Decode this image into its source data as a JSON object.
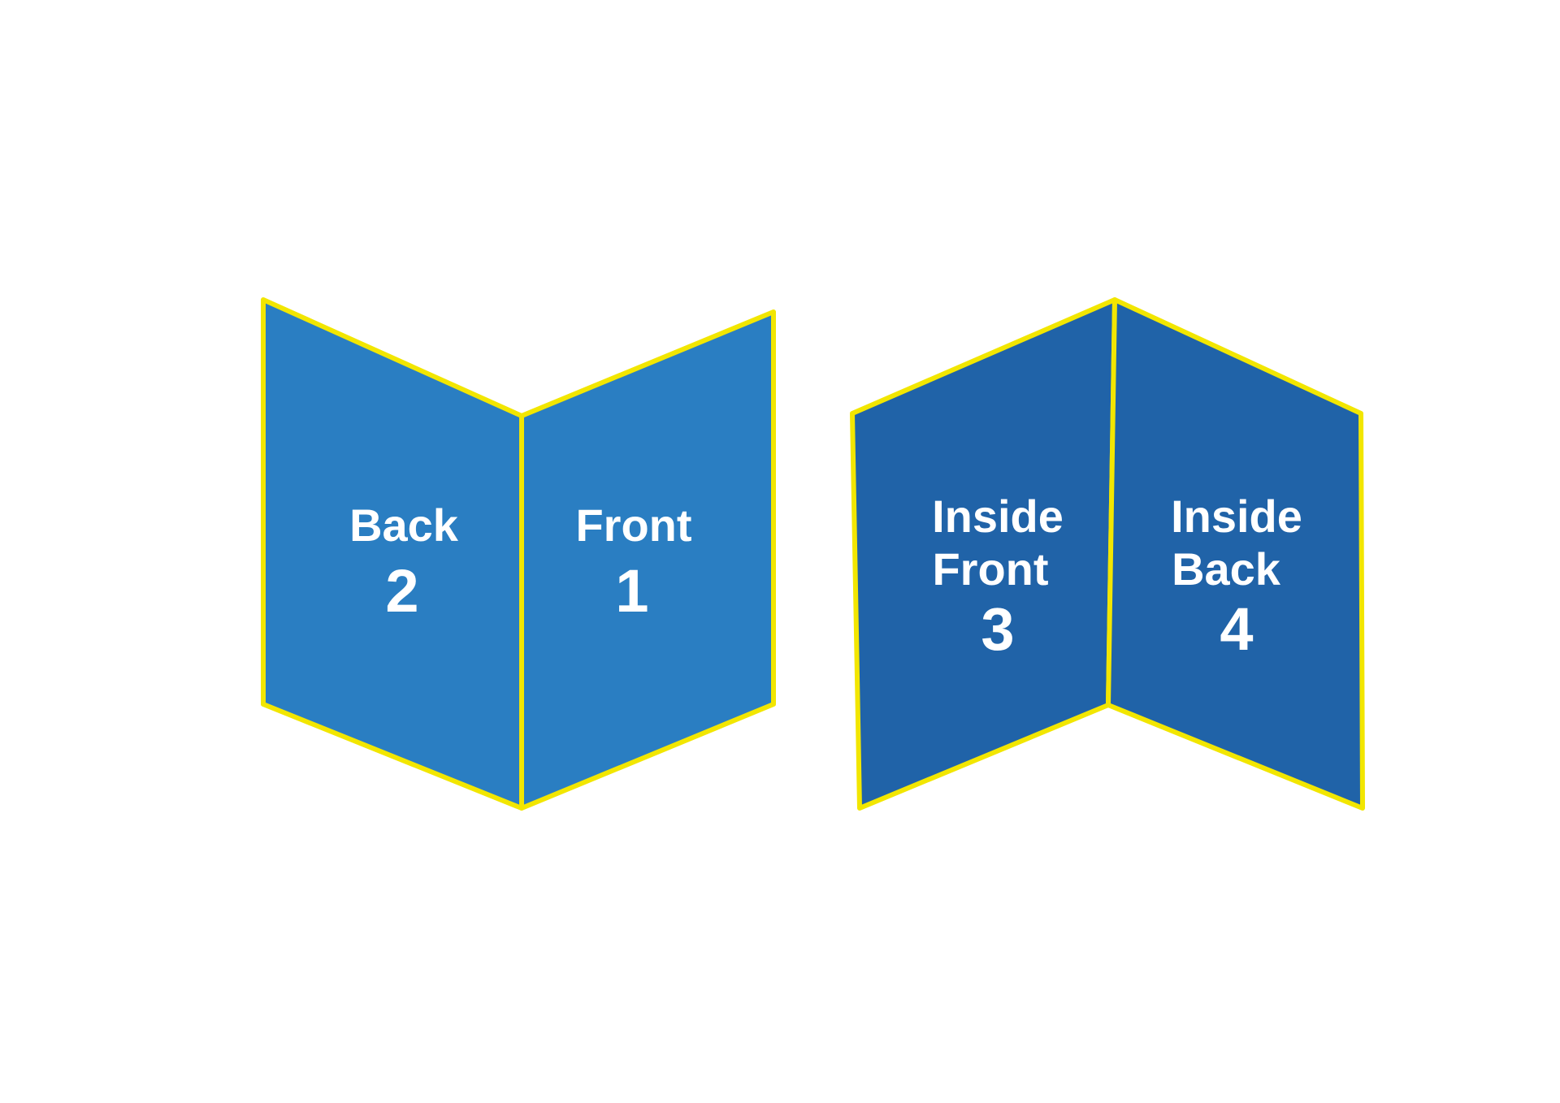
{
  "colors": {
    "background": "#ffffff",
    "outer_fill": "#2a7ec2",
    "inner_fill": "#2063a8",
    "outline": "#f2e600",
    "text": "#ffffff"
  },
  "outside_spread": {
    "back": {
      "line1": "Back",
      "number": "2"
    },
    "front": {
      "line1": "Front",
      "number": "1"
    }
  },
  "inside_spread": {
    "inside_front": {
      "line1": "Inside",
      "line2": "Front",
      "number": "3"
    },
    "inside_back": {
      "line1": "Inside",
      "line2": "Back",
      "number": "4"
    }
  }
}
